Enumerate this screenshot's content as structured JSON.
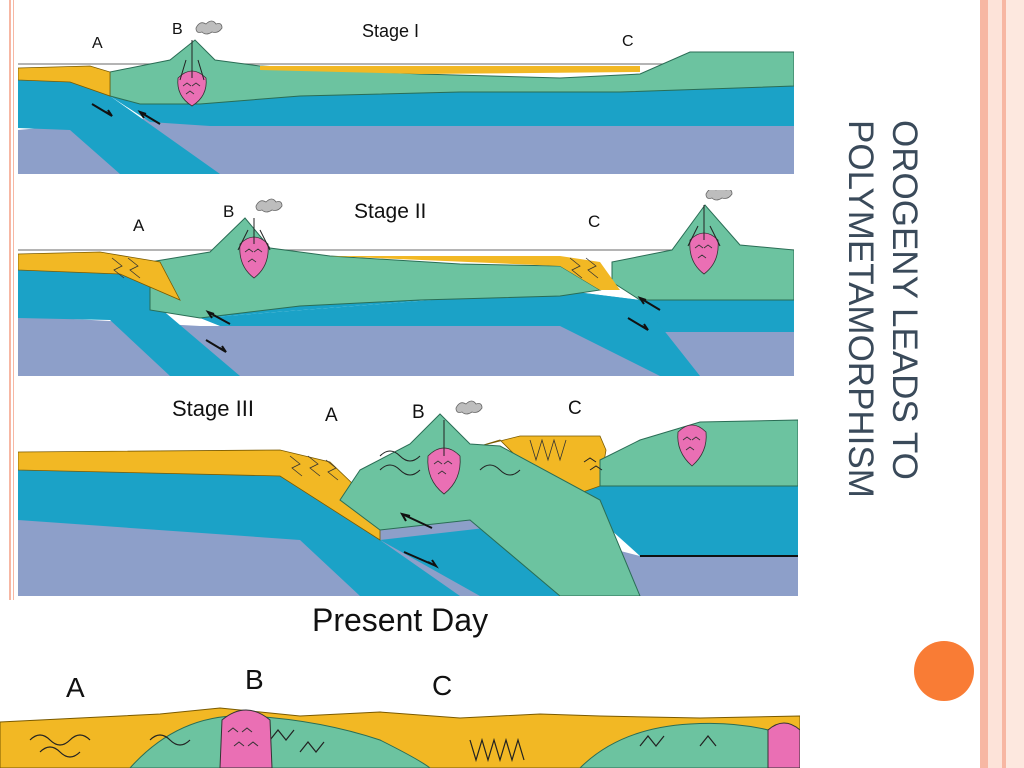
{
  "slide": {
    "title_line1": "OROGENY LEADS TO",
    "title_line2": "POLYMETAMORPHISM"
  },
  "panels": [
    {
      "stage_label": "Stage I",
      "labels": {
        "a": "A",
        "b": "B",
        "c": "C"
      }
    },
    {
      "stage_label": "Stage II",
      "labels": {
        "a": "A",
        "b": "B",
        "c": "C"
      }
    },
    {
      "stage_label": "Stage III",
      "labels": {
        "a": "A",
        "b": "B",
        "c": "C"
      }
    },
    {
      "stage_label": "Present Day",
      "labels": {
        "a": "A",
        "b": "B",
        "c": "C"
      }
    }
  ],
  "colors": {
    "mantle": "#8d9fc9",
    "oceanic_crust": "#1ba2c7",
    "continental_crust": "#6cc3a0",
    "sediment": "#f2b824",
    "pluton": "#ea6fb4",
    "smoke": "#bdbdbd",
    "sea_level_line": "#888888",
    "accent_dot": "#f97c35",
    "rail_pink": "#f7b7a3",
    "rail_light": "#fde3d9",
    "title_text": "#3a4a5a"
  }
}
